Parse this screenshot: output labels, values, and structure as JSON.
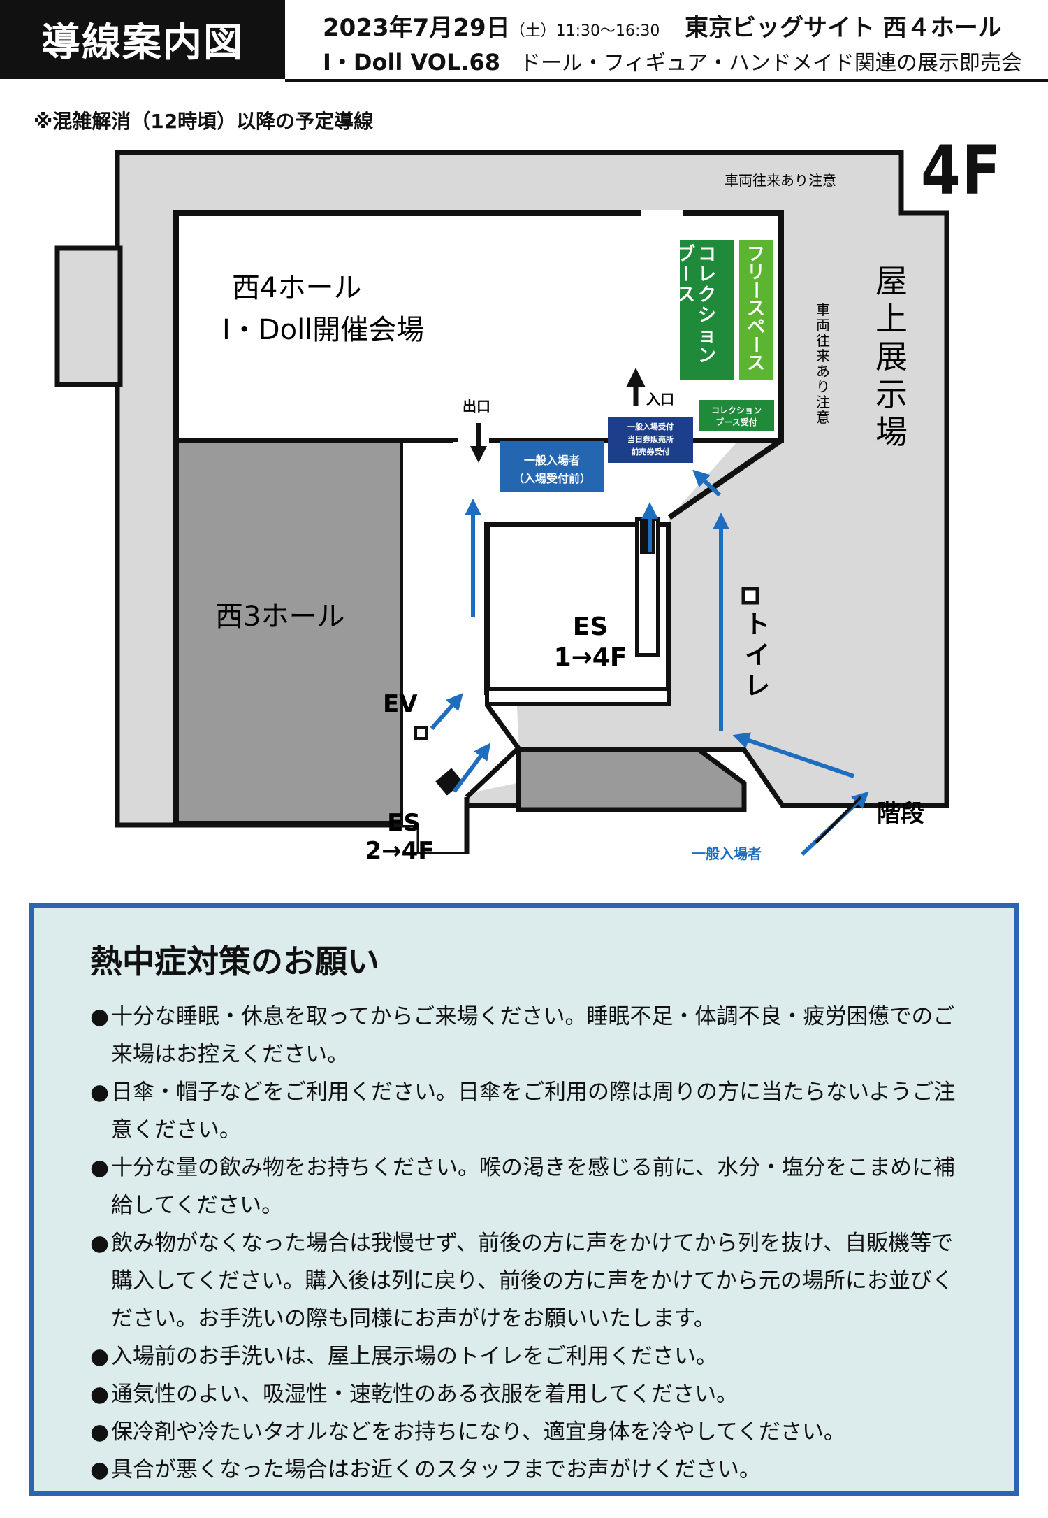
{
  "header": {
    "title": "導線案内図",
    "date": "2023年7月29日",
    "weekday_time": "（土）11:30〜16:30",
    "venue": "東京ビッグサイト 西４ホール",
    "event_name": "I・Doll VOL.68",
    "event_desc": "ドール・フィギュア・ハンドメイド関連の展示即売会"
  },
  "note": "※混雑解消（12時頃）以降の予定導線",
  "floor": "4F",
  "map": {
    "vehicle_top": "車両往来あり注意",
    "vehicle_side": "車両往来あり注意",
    "hall_west4_line1": "西4ホール",
    "hall_west4_line2": "I・Doll開催会場",
    "hall_west3": "西3ホール",
    "rooftop": "屋上展示場",
    "collection_booth": "コレクションブース",
    "free_space": "フリースペース",
    "collection_reception_1": "コレクション",
    "collection_reception_2": "ブース受付",
    "reception_1": "一般入場受付",
    "reception_2": "当日券販売所",
    "reception_3": "前売券受付",
    "general_queue_1": "一般入場者",
    "general_queue_2": "（入場受付前）",
    "exit": "出口",
    "entrance": "入口",
    "es_14_1": "ES",
    "es_14_2": "1→4F",
    "es_24_1": "ES",
    "es_24_2": "2→4F",
    "ev": "EV",
    "toilet": "トイレ",
    "stairs": "階段",
    "general_visitors": "一般入場者",
    "colors": {
      "wall": "#111111",
      "light_gray": "#d9d9d9",
      "dark_gray": "#9a9a9a",
      "green_dark": "#1e8a3a",
      "green_light": "#5bb531",
      "blue_box": "#2466b0",
      "navy_box": "#1d3e8a",
      "arrow_blue": "#1f6dbf"
    }
  },
  "info": {
    "title": "熱中症対策のお願い",
    "items": [
      "十分な睡眠・休息を取ってからご来場ください。睡眠不足・体調不良・疲労困憊でのご来場はお控えください。",
      "日傘・帽子などをご利用ください。日傘をご利用の際は周りの方に当たらないようご注意ください。",
      "十分な量の飲み物をお持ちください。喉の渇きを感じる前に、水分・塩分をこまめに補給してください。",
      "飲み物がなくなった場合は我慢せず、前後の方に声をかけてから列を抜け、自販機等で購入してください。購入後は列に戻り、前後の方に声をかけてから元の場所にお並びください。お手洗いの際も同様にお声がけをお願いいたします。",
      "入場前のお手洗いは、屋上展示場のトイレをご利用ください。",
      "通気性のよい、吸湿性・速乾性のある衣服を着用してください。",
      "保冷剤や冷たいタオルなどをお持ちになり、適宜身体を冷やしてください。",
      "具合が悪くなった場合はお近くのスタッフまでお声がけください。"
    ]
  }
}
